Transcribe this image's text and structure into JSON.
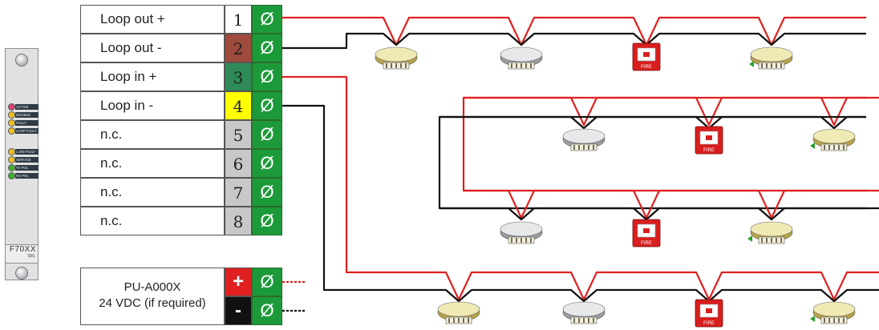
{
  "terminals": [
    {
      "label": "Loop out +",
      "number": "1",
      "color": "#ffffff",
      "screw": "Ø"
    },
    {
      "label": "Loop out -",
      "number": "2",
      "color": "#9e4a3c",
      "screw": "Ø"
    },
    {
      "label": "Loop in +",
      "number": "3",
      "color": "#2e8b57",
      "screw": "Ø"
    },
    {
      "label": "Loop in -",
      "number": "4",
      "color": "#ffff00",
      "screw": "Ø"
    },
    {
      "label": "n.c.",
      "number": "5",
      "color": "#c8c8c8",
      "screw": "Ø"
    },
    {
      "label": "n.c.",
      "number": "6",
      "color": "#c8c8c8",
      "screw": "Ø"
    },
    {
      "label": "n.c.",
      "number": "7",
      "color": "#c8c8c8",
      "screw": "Ø"
    },
    {
      "label": "n.c.",
      "number": "8",
      "color": "#c8c8c8",
      "screw": "Ø"
    }
  ],
  "power_supply": {
    "line1": "PU-A000X",
    "line2": "24 VDC (if required)",
    "plus": "+",
    "minus": "-",
    "plus_color": "#e02020",
    "minus_color": "#111111",
    "screw": "Ø"
  },
  "module": {
    "name": "F70XX",
    "sub": "S81",
    "leds": [
      {
        "label": "ACTIVE",
        "color": "#e0407a"
      },
      {
        "label": "DISABLE",
        "color": "#f0c020"
      },
      {
        "label": "FAULT",
        "color": "#f0c020"
      },
      {
        "label": "LOOP FAULT",
        "color": "#f0c020"
      },
      {
        "label": "L.ON FAULT",
        "color": "#f0c020"
      },
      {
        "label": "SERVICE",
        "color": "#f0c020"
      },
      {
        "label": "TX POL",
        "color": "#40b030"
      },
      {
        "label": "RX POL",
        "color": "#40b030"
      }
    ]
  },
  "call_point_label": "FIRE",
  "wire_colors": {
    "positive": "#e02020",
    "negative": "#111111"
  }
}
